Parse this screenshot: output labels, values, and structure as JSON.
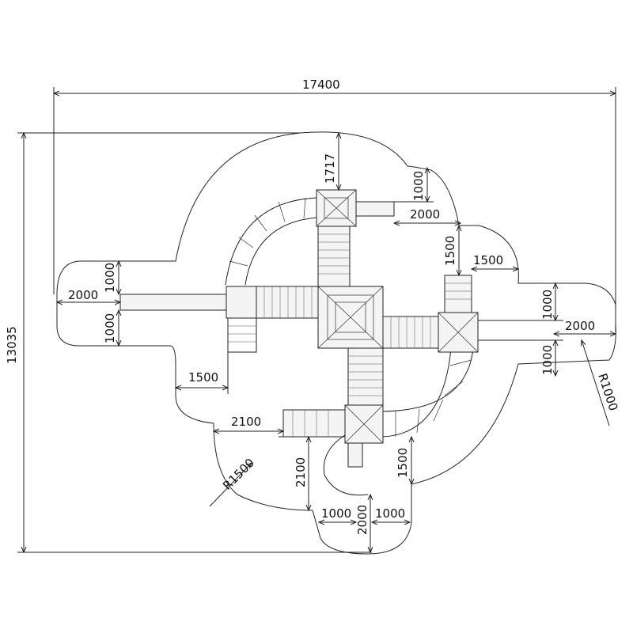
{
  "drawing": {
    "dimensions": {
      "overall_width": "17400",
      "overall_height": "13035",
      "top_tower_offset": "1717",
      "top_right_1000": "1000",
      "top_right_2000": "2000",
      "right_upper_1500_v": "1500",
      "right_upper_1500_h": "1500",
      "left_2000": "2000",
      "left_1000_top": "1000",
      "left_1000_bottom": "1000",
      "right_1000_top": "1000",
      "right_2000": "2000",
      "right_1000_bottom": "1000",
      "radius_right": "R1000",
      "left_lower_1500": "1500",
      "bottom_left_2100_h": "2100",
      "bottom_left_2100_v": "2100",
      "radius_left": "R1500",
      "bottom_1500": "1500",
      "bottom_1000_left": "1000",
      "bottom_2000": "2000",
      "bottom_1000_right": "1000"
    }
  }
}
